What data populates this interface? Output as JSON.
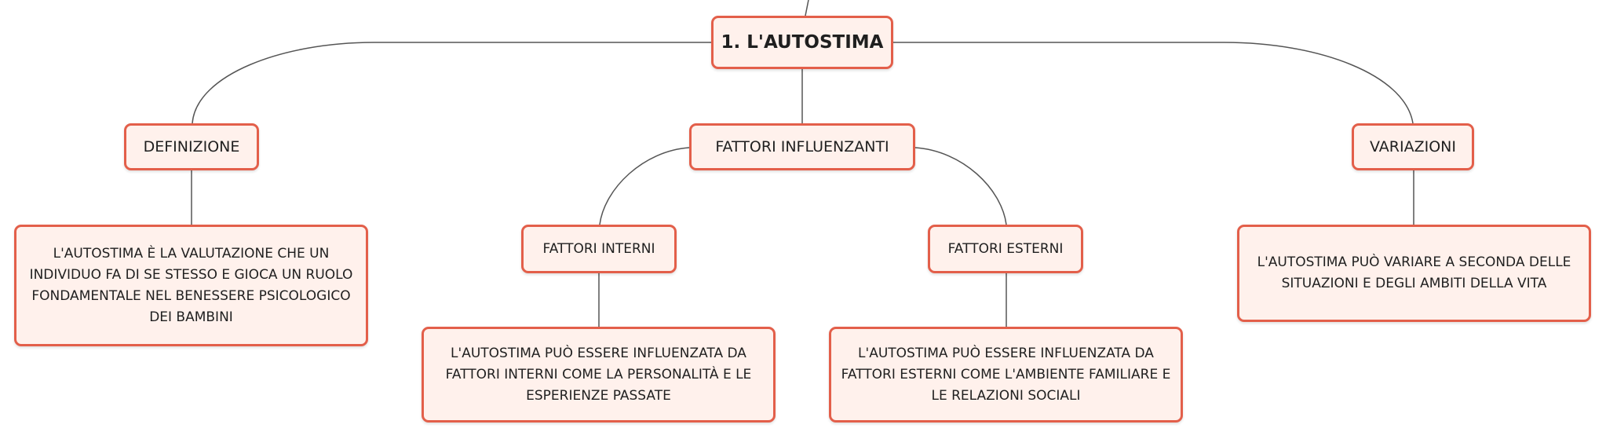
{
  "colors": {
    "node_fill": "#fff1ec",
    "node_border": "#e35f4a",
    "connector": "#555555",
    "text": "#1f1f1f"
  },
  "nodes": {
    "root": "1. L'AUTOSTIMA",
    "definizione": "DEFINIZIONE",
    "fattori_influenzanti": "FATTORI INFLUENZANTI",
    "variazioni": "VARIAZIONI",
    "fattori_interni": "FATTORI INTERNI",
    "fattori_esterni": "FATTORI ESTERNI",
    "definizione_text": "L'AUTOSTIMA È LA VALUTAZIONE CHE UN INDIVIDUO FA DI SE STESSO E GIOCA UN RUOLO FONDAMENTALE NEL BENESSERE PSICOLOGICO DEI BAMBINI",
    "interni_text": "L'AUTOSTIMA PUÒ ESSERE INFLUENZATA DA FATTORI INTERNI COME LA PERSONALITÀ E LE ESPERIENZE PASSATE",
    "esterni_text": "L'AUTOSTIMA PUÒ ESSERE INFLUENZATA DA FATTORI ESTERNI COME L'AMBIENTE FAMILIARE E LE RELAZIONI SOCIALI",
    "variazioni_text": "L'AUTOSTIMA PUÒ VARIARE A SECONDA DELLE SITUAZIONI E DEGLI AMBITI DELLA VITA"
  }
}
